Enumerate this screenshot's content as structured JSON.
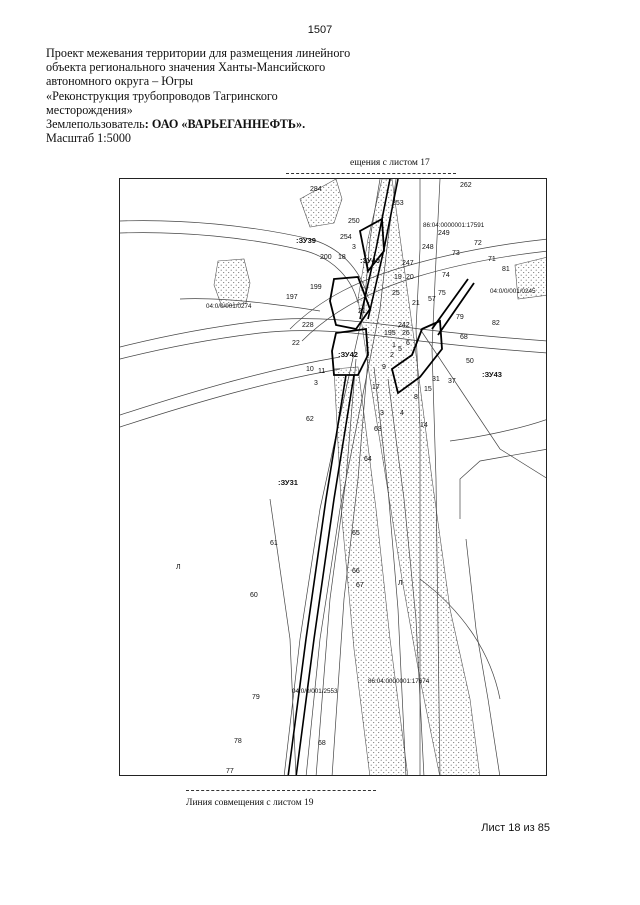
{
  "page_number": "1507",
  "header": {
    "lines": [
      "Проект межевания территории для размещения линейного",
      "объекта регионального значения Ханты-Мансийского",
      "автономного округа – Югры",
      "«Реконструкция трубопроводов Тагринского",
      "месторождения»"
    ],
    "land_user_label": "Землепользователь",
    "land_user_value": ": ОАО «ВАРЬЕГАННЕФТЬ».",
    "scale": "Масштаб 1:5000"
  },
  "match_line_top": "ещения с листом 17",
  "match_line_bottom": "Линия совмещения с листом 19",
  "footer": "Лист 18 из 85",
  "map": {
    "parcels": [
      ":ЗУ39",
      ":ЗУ40",
      ":ЗУ42",
      ":ЗУ43",
      ":ЗУ31"
    ],
    "cadastral": [
      "86:04:0000001:17591",
      "04:0/0/001/0274",
      "04:0/0/001/0245",
      "04:0/0/001/2553",
      "86:04:0000001:17674"
    ],
    "points": [
      "262",
      "284",
      "253",
      "250",
      "254",
      "3",
      "200",
      "18",
      "199",
      "197",
      "248",
      "249",
      "247",
      "19",
      "20",
      "73",
      "72",
      "71",
      "81",
      "74",
      "75",
      "57",
      "25",
      "21",
      "228",
      "242",
      "26",
      "195",
      "21",
      "79",
      "22",
      "68",
      "82",
      "50",
      "1",
      "2",
      "5",
      "6",
      "9",
      "31",
      "37",
      "10",
      "11",
      "3",
      "17",
      "15",
      "8",
      "62",
      "3",
      "4",
      "14",
      "63",
      "64",
      "65",
      "66",
      "61",
      "67",
      "60",
      "79",
      "78",
      "68",
      "77"
    ],
    "misc": [
      "Л",
      "Л"
    ]
  }
}
